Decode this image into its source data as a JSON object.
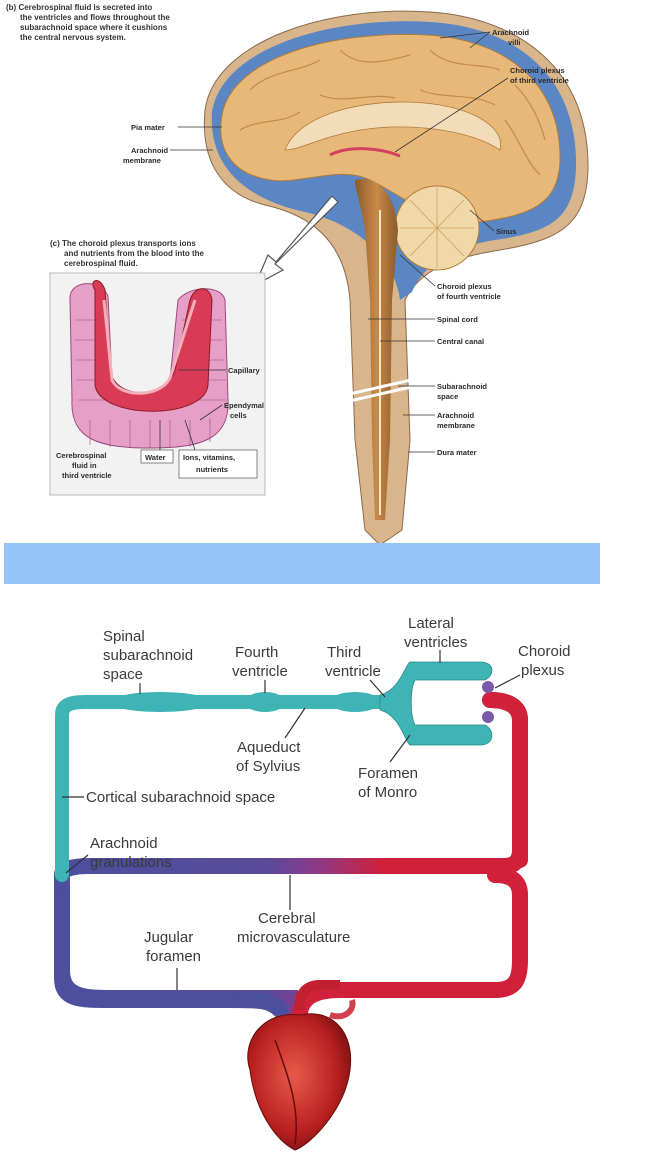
{
  "colors": {
    "band": "#93C5F8",
    "brain_tan": "#E8B878",
    "brain_dark": "#C98A4A",
    "csf_blue": "#5B86C4",
    "csf_teal": "#3FB4B4",
    "blood_red": "#D0203A",
    "blood_blue": "#4B4F9E",
    "tissue_pink": "#E6A0C8"
  },
  "top": {
    "caption_b": {
      "lines": [
        "(b) Cerebrospinal fluid is secreted into",
        "the ventricles and flows throughout the",
        "subarachnoid space where it cushions",
        "the central nervous system."
      ]
    },
    "caption_c": {
      "lines": [
        "(c) The choroid plexus transports ions",
        "and nutrients from the blood into the",
        "cerebrospinal fluid."
      ]
    },
    "labels": {
      "arachnoid_villi": [
        "Arachnoid",
        "villi"
      ],
      "choroid_third": [
        "Choroid plexus",
        "of third ventricle"
      ],
      "pia_mater": "Pia mater",
      "arachnoid_membrane_top": [
        "Arachnoid",
        "membrane"
      ],
      "sinus": "Sinus",
      "choroid_fourth": [
        "Choroid plexus",
        "of fourth ventricle"
      ],
      "spinal_cord": "Spinal cord",
      "central_canal": "Central canal",
      "subarachnoid_space": [
        "Subarachnoid",
        "space"
      ],
      "arachnoid_membrane_bottom": [
        "Arachnoid",
        "membrane"
      ],
      "dura_mater": "Dura mater",
      "capillary": "Capillary",
      "ependymal": [
        "Ependymal",
        "cells"
      ],
      "csf_third": [
        "Cerebrospinal",
        "fluid in",
        "third ventricle"
      ],
      "water": "Water",
      "ions": [
        "Ions, vitamins,",
        "nutrients"
      ]
    }
  },
  "bottom": {
    "labels": {
      "spinal_subarachnoid": [
        "Spinal",
        "subarachnoid",
        "space"
      ],
      "fourth_ventricle": [
        "Fourth",
        "ventricle"
      ],
      "third_ventricle": [
        "Third",
        "ventricle"
      ],
      "lateral_ventricles": [
        "Lateral",
        "ventricles"
      ],
      "choroid_plexus": [
        "Choroid",
        "plexus"
      ],
      "aqueduct": [
        "Aqueduct",
        "of Sylvius"
      ],
      "foramen_monro": [
        "Foramen",
        "of Monro"
      ],
      "cortical_subarachnoid": "Cortical subarachnoid space",
      "arachnoid_granulations": [
        "Arachnoid",
        "granulations"
      ],
      "cerebral_microvasculature": [
        "Cerebral",
        "microvasculature"
      ],
      "jugular_foramen": [
        "Jugular",
        "foramen"
      ]
    }
  }
}
